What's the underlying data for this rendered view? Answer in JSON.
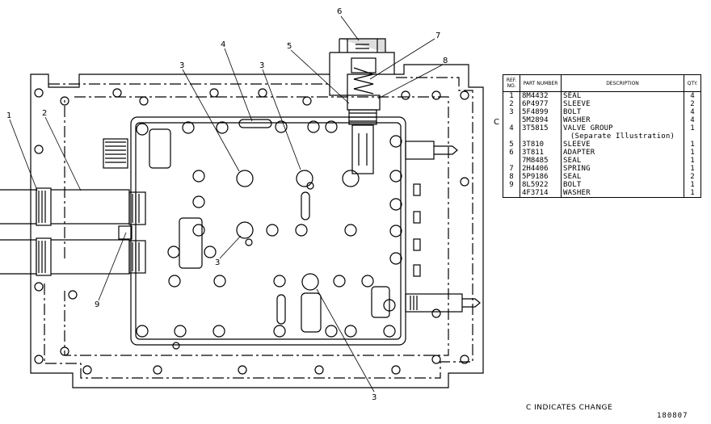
{
  "table": {
    "headers": {
      "ref": "REF. NO.",
      "part": "PART NUMBER",
      "desc": "DESCRIPTION",
      "qty": "QTY."
    },
    "rows": [
      {
        "ref": "1",
        "part": "8M4432",
        "desc": "SEAL",
        "qty": "4"
      },
      {
        "ref": "2",
        "part": "6P4977",
        "desc": "SLEEVE",
        "qty": "2"
      },
      {
        "ref": "3",
        "part": "5F4899",
        "desc": "BOLT",
        "qty": "4"
      },
      {
        "ref": "",
        "part": "5M2894",
        "desc": "WASHER",
        "qty": "4"
      },
      {
        "ref": "4",
        "part": "3T5815",
        "desc": "VALVE GROUP",
        "qty": "1"
      },
      {
        "ref": "",
        "part": "",
        "desc": "(Separate Illustration)",
        "qty": ""
      },
      {
        "ref": "5",
        "part": "3T810",
        "desc": "SLEEVE",
        "qty": "1"
      },
      {
        "ref": "6",
        "part": "3T811",
        "desc": "ADAPTER",
        "qty": "1"
      },
      {
        "ref": "",
        "part": "7M8485",
        "desc": "SEAL",
        "qty": "1"
      },
      {
        "ref": "7",
        "part": "2H4406",
        "desc": "SPRING",
        "qty": "1"
      },
      {
        "ref": "8",
        "part": "5P9186",
        "desc": "SEAL",
        "qty": "2"
      },
      {
        "ref": "9",
        "part": "8L5922",
        "desc": "BOLT",
        "qty": "1"
      },
      {
        "ref": "",
        "part": "4F3714",
        "desc": "WASHER",
        "qty": "1"
      }
    ],
    "change_marker": "C"
  },
  "callouts": [
    "1",
    "2",
    "3",
    "3",
    "3",
    "3",
    "4",
    "5",
    "6",
    "7",
    "8",
    "9"
  ],
  "footer": {
    "change_note": "C INDICATES CHANGE",
    "figure_number": "180807"
  }
}
